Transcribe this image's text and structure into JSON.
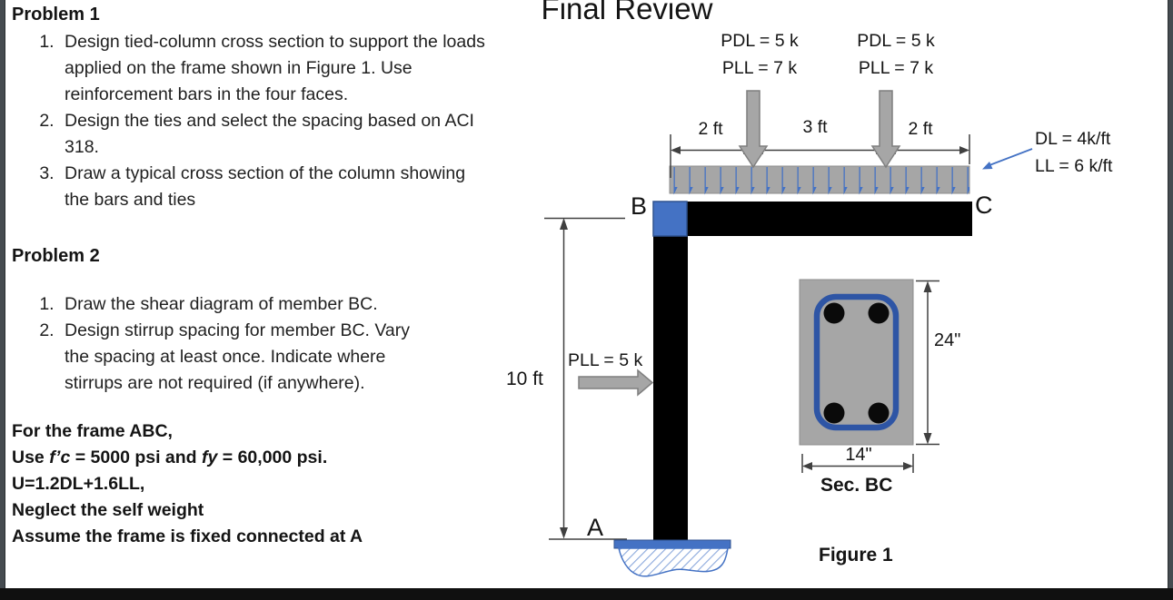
{
  "title": "Final Review",
  "problem1": {
    "heading": "Problem 1",
    "items": [
      "Design tied-column cross section to support the loads applied on the frame shown in Figure 1. Use reinforcement bars in the four faces.",
      "Design the ties and select the spacing based on ACI 318.",
      "Draw a typical cross section of the column showing the bars and ties"
    ]
  },
  "problem2": {
    "heading": "Problem 2",
    "items": [
      "Draw the shear diagram of member BC.",
      "Design stirrup spacing for member BC. Vary the spacing at least once.  Indicate where stirrups are not required (if anywhere)."
    ]
  },
  "notes": {
    "line1": "For the frame ABC,",
    "line2_pre": "Use ",
    "line2_fc": "f’c",
    "line2_mid": " = 5000 psi and ",
    "line2_fy": "fy",
    "line2_post": " = 60,000 psi.",
    "line3": "U=1.2DL+1.6LL,",
    "line4": "Neglect the self weight",
    "line5": "Assume the frame is fixed connected at A"
  },
  "figure": {
    "point_load_1": {
      "line1": "PDL = 5 k",
      "line2": "PLL = 7 k"
    },
    "point_load_2": {
      "line1": "PDL = 5 k",
      "line2": "PLL = 7 k"
    },
    "distributed_load": {
      "line1": "DL = 4k/ft",
      "line2": "LL = 6 k/ft"
    },
    "lateral_load": "PLL = 5 k",
    "dims": {
      "span_left": "2 ft",
      "span_mid": "3 ft",
      "span_right": "2 ft",
      "column_height": "10 ft",
      "section_height": "24\"",
      "section_width": "14\""
    },
    "nodes": {
      "a": "A",
      "b": "B",
      "c": "C"
    },
    "section_label": "Sec. BC",
    "caption": "Figure 1"
  },
  "colors": {
    "accent_blue": "#4472c4",
    "member_black": "#000000",
    "load_gray": "#a6a6a6"
  }
}
